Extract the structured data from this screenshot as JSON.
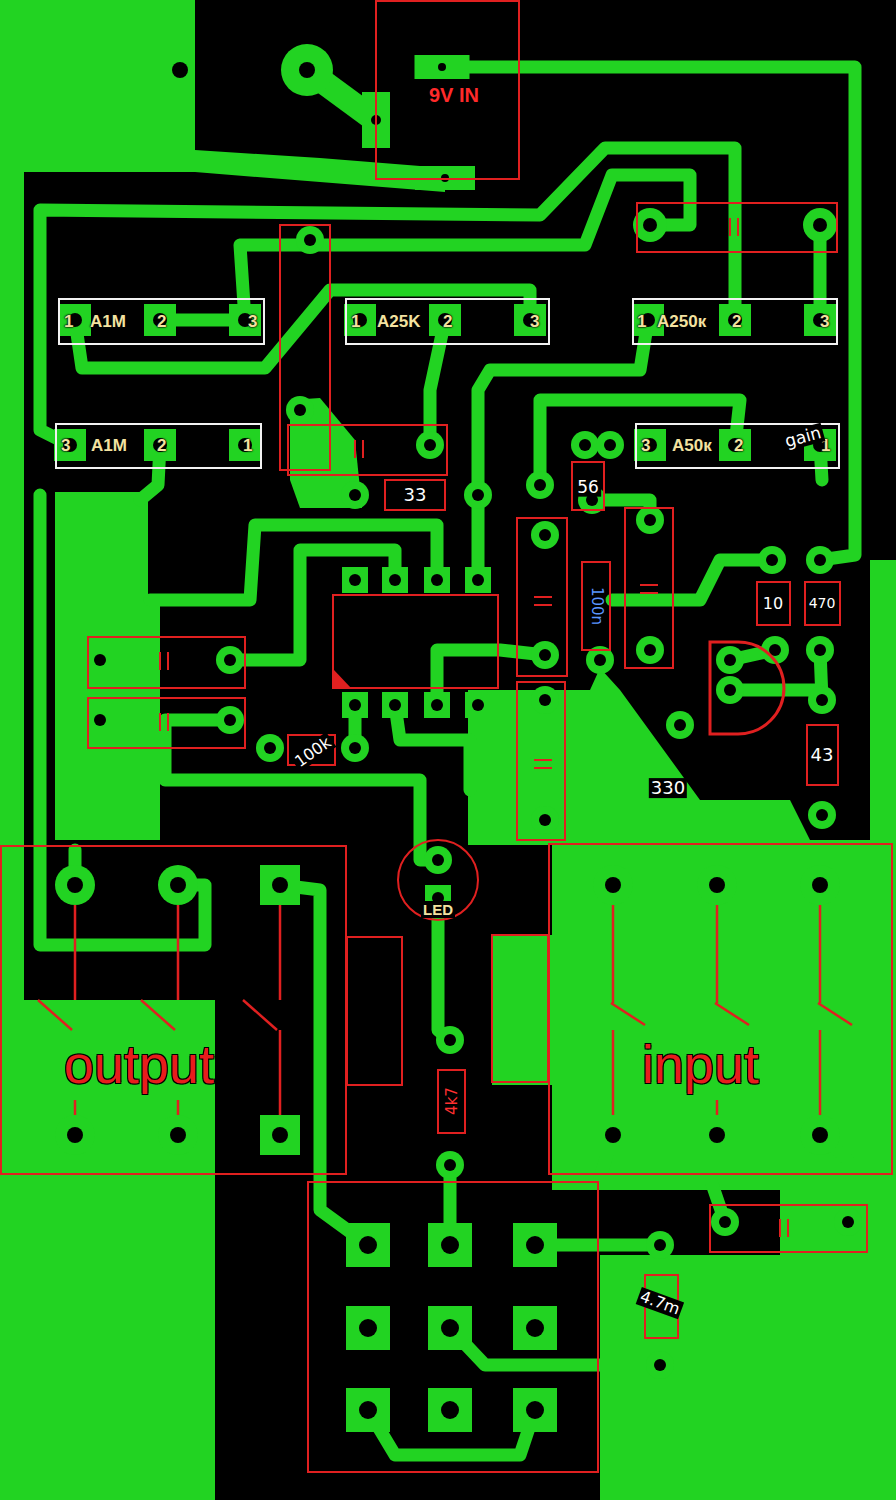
{
  "diagram": {
    "nodes": [
      {
        "text": [
          "9V IN"
        ]
      },
      {
        "text": [
          "1",
          "A1M",
          "2",
          "3"
        ]
      },
      {
        "text": [
          "1",
          "A25K",
          "2",
          "3"
        ]
      },
      {
        "text": [
          "1",
          "A250к",
          "2",
          "3"
        ]
      },
      {
        "text": [
          "3",
          "A1M",
          "2",
          "1"
        ]
      },
      {
        "text": [
          "3",
          "A50к",
          "2",
          "1"
        ]
      },
      {
        "text": [
          "LED"
        ]
      },
      {
        "text": [
          "output"
        ]
      },
      {
        "text": [
          "input"
        ]
      }
    ],
    "labels": [
      "gain",
      "33",
      "56",
      "100n",
      "10",
      "470",
      "100k",
      "43",
      "330",
      "4k7",
      "4.7m"
    ]
  }
}
